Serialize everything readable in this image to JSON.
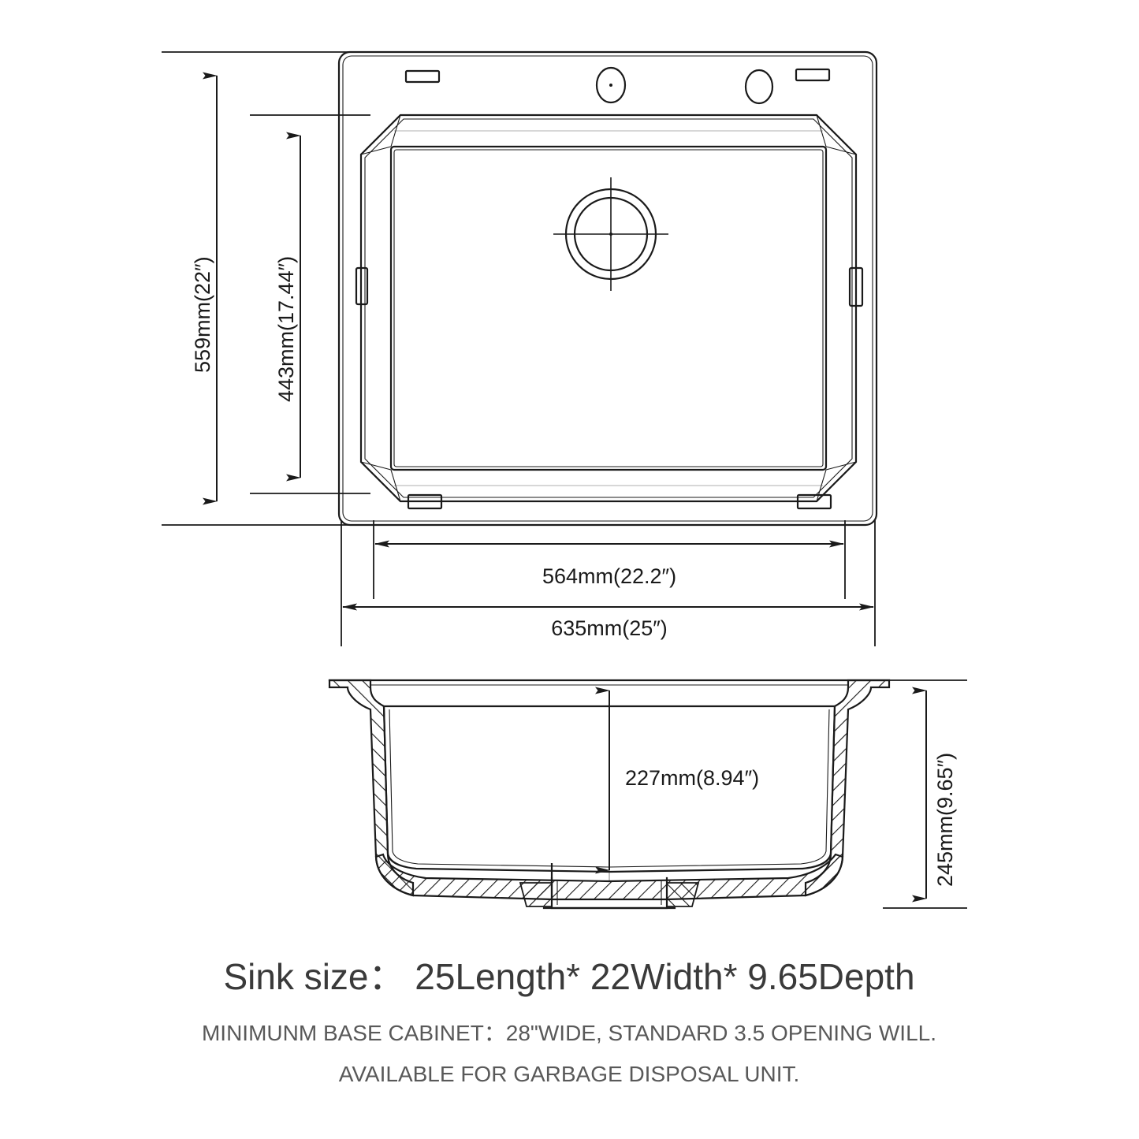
{
  "document": {
    "type": "technical-drawing",
    "subject": "kitchen-sink",
    "background_color": "#ffffff",
    "line_color": "#1a1a1a"
  },
  "views": {
    "plan": {
      "name": "Top view",
      "features": {
        "faucet_holes": 2,
        "rear_slots": 2,
        "bottom_tabs": 2,
        "side_clips": 2,
        "drain": "center-rear drain with crosshair centerlines"
      }
    },
    "section": {
      "name": "Cross section view",
      "features": {
        "wall": "hatched tapered bowl wall",
        "drain_boss": "center bottom drain boss"
      }
    }
  },
  "dimensions": {
    "overall_width": "635mm(25″)",
    "bowl_width": "564mm(22.2″)",
    "overall_depth_front_back": "559mm(22″)",
    "bowl_depth_front_back": "443mm(17.44″)",
    "bowl_height_inner": "227mm(8.94″)",
    "overall_height": "245mm(9.65″)"
  },
  "caption": {
    "title": "Sink size： 25Length* 22Width* 9.65Depth",
    "line1": "MINIMUNM BASE CABINET：28\"WIDE,   STANDARD 3.5 OPENING WILL.",
    "line2": "AVAILABLE FOR GARBAGE DISPOSAL UNIT."
  }
}
